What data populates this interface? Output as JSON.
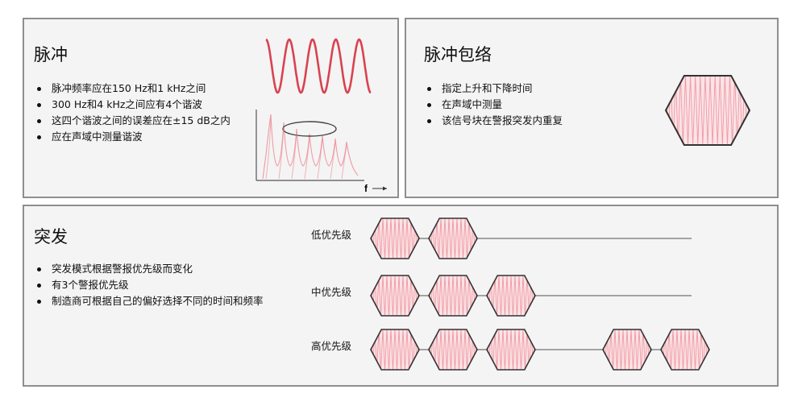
{
  "pulse": {
    "title": "脉冲",
    "bullets": [
      "脉冲频率应在150 Hz和1 kHz之间",
      "300 Hz和4 kHz之间应有4个谐波",
      "这四个谐波之间的误差应在±15 dB之内",
      "应在声域中测量谐波"
    ],
    "axis_label": "f"
  },
  "envelope": {
    "title": "脉冲包络",
    "bullets": [
      "指定上升和下降时间",
      "在声域中测量",
      "该信号块在警报突发内重复"
    ]
  },
  "burst": {
    "title": "突发",
    "bullets": [
      "突发模式根据警报优先级而变化",
      "有3个警报优先级",
      "制造商可根据自己的偏好选择不同的时间和频率"
    ],
    "levels": [
      {
        "label": "低优先级",
        "blocks": 2,
        "pattern": [
          0,
          1
        ]
      },
      {
        "label": "中优先级",
        "blocks": 3,
        "pattern": [
          0,
          1,
          2
        ]
      },
      {
        "label": "高优先级",
        "blocks": 5,
        "pattern": [
          0,
          1,
          2,
          4,
          5
        ]
      }
    ]
  },
  "colors": {
    "wave": "#d9424f",
    "envelope_fill": "#ee9aa3",
    "outline": "#333333",
    "line": "#888888",
    "panel_bg": "#f4f4f4",
    "panel_border": "#8e8e8e"
  }
}
